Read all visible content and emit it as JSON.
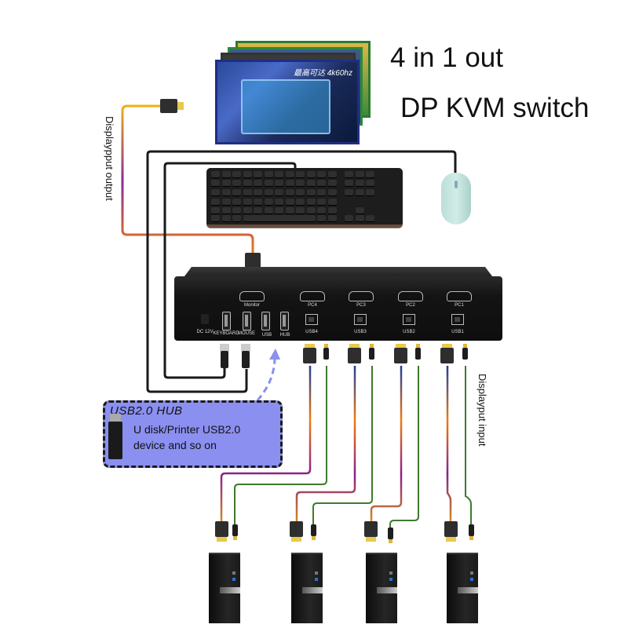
{
  "title": {
    "line1": "4 in 1 out",
    "line2": "DP KVM switch"
  },
  "monitor": {
    "overlay_text": "最高可达 4k60hz"
  },
  "labels": {
    "displayport_output": "Displaypput output",
    "displayport_input": "Displayput input"
  },
  "kvm_switch": {
    "dp_ports": [
      "Monitor",
      "PC4",
      "PC3",
      "PC2",
      "PC1"
    ],
    "usb_b_ports": [
      "USB4",
      "USB3",
      "USB2",
      "USB1"
    ],
    "power_label": "DC 12V",
    "usb_a_labels": [
      "KEYBOARD",
      "MOUSE",
      "USB",
      "HUB"
    ]
  },
  "usb_hub_box": {
    "title": "USB2.0 HUB",
    "line1": "U disk/Printer USB2.0",
    "line2": "device and so on"
  },
  "devices": {
    "keyboard": "keyboard-icon",
    "mouse": "mouse-icon",
    "computers": [
      "pc-tower",
      "pc-tower",
      "pc-tower",
      "pc-tower"
    ]
  },
  "colors": {
    "hub_fill": "#8a8ff0",
    "dp_cable_top": "#1c3f9a",
    "dp_cable_mid": "#f07b10",
    "dp_cable_low": "#8a1f8a",
    "usb_cable": "#3f7a2c",
    "output_cable": "#f07b10",
    "arrow": "#8a8ff0"
  }
}
